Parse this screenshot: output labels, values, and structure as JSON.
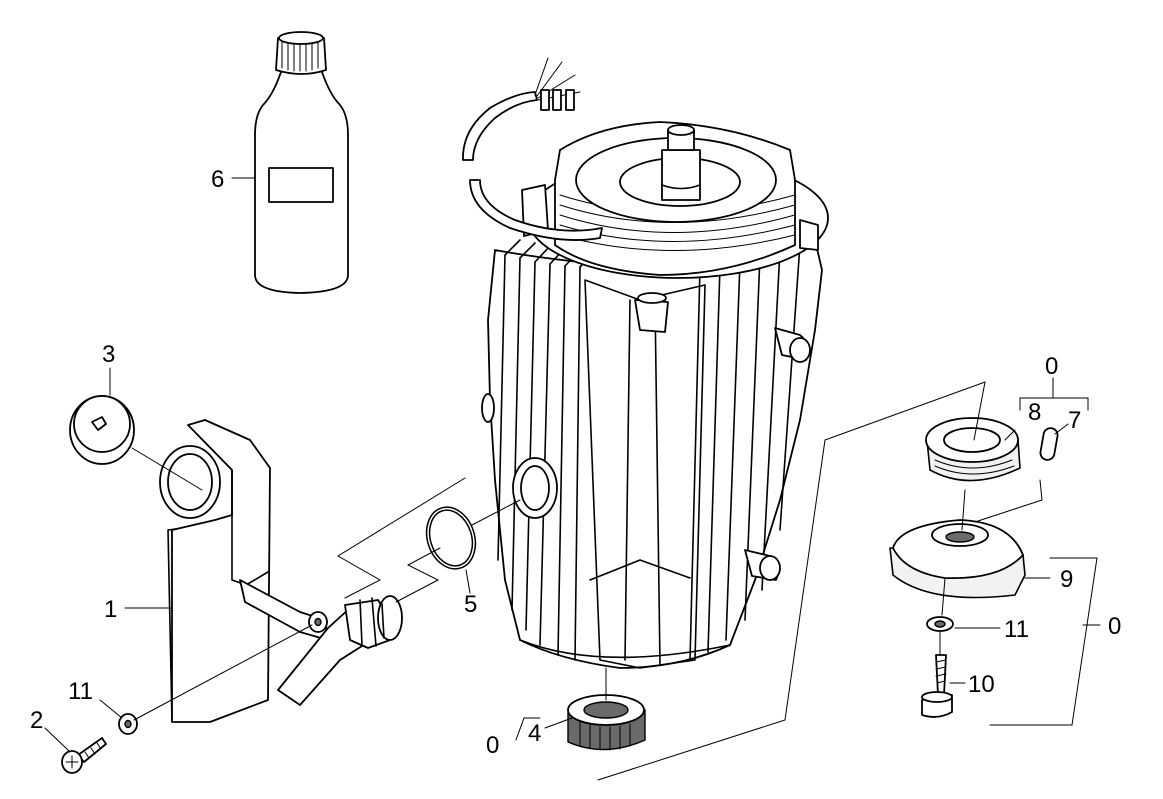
{
  "callouts": [
    {
      "id": "c-6",
      "text": "6"
    },
    {
      "id": "c-3",
      "text": "3"
    },
    {
      "id": "c-1",
      "text": "1"
    },
    {
      "id": "c-11a",
      "text": "11"
    },
    {
      "id": "c-2",
      "text": "2"
    },
    {
      "id": "c-5",
      "text": "5"
    },
    {
      "id": "c-0a",
      "text": "0"
    },
    {
      "id": "c-4",
      "text": "4"
    },
    {
      "id": "c-0b",
      "text": "0"
    },
    {
      "id": "c-8",
      "text": "8"
    },
    {
      "id": "c-7",
      "text": "7"
    },
    {
      "id": "c-9",
      "text": "9"
    },
    {
      "id": "c-0c",
      "text": "0"
    },
    {
      "id": "c-11b",
      "text": "11"
    },
    {
      "id": "c-10",
      "text": "10"
    }
  ],
  "colors": {
    "line": "#000000",
    "background": "#ffffff",
    "fill_light": "#f2f2f2",
    "fill_dark": "#6a6a6a"
  }
}
